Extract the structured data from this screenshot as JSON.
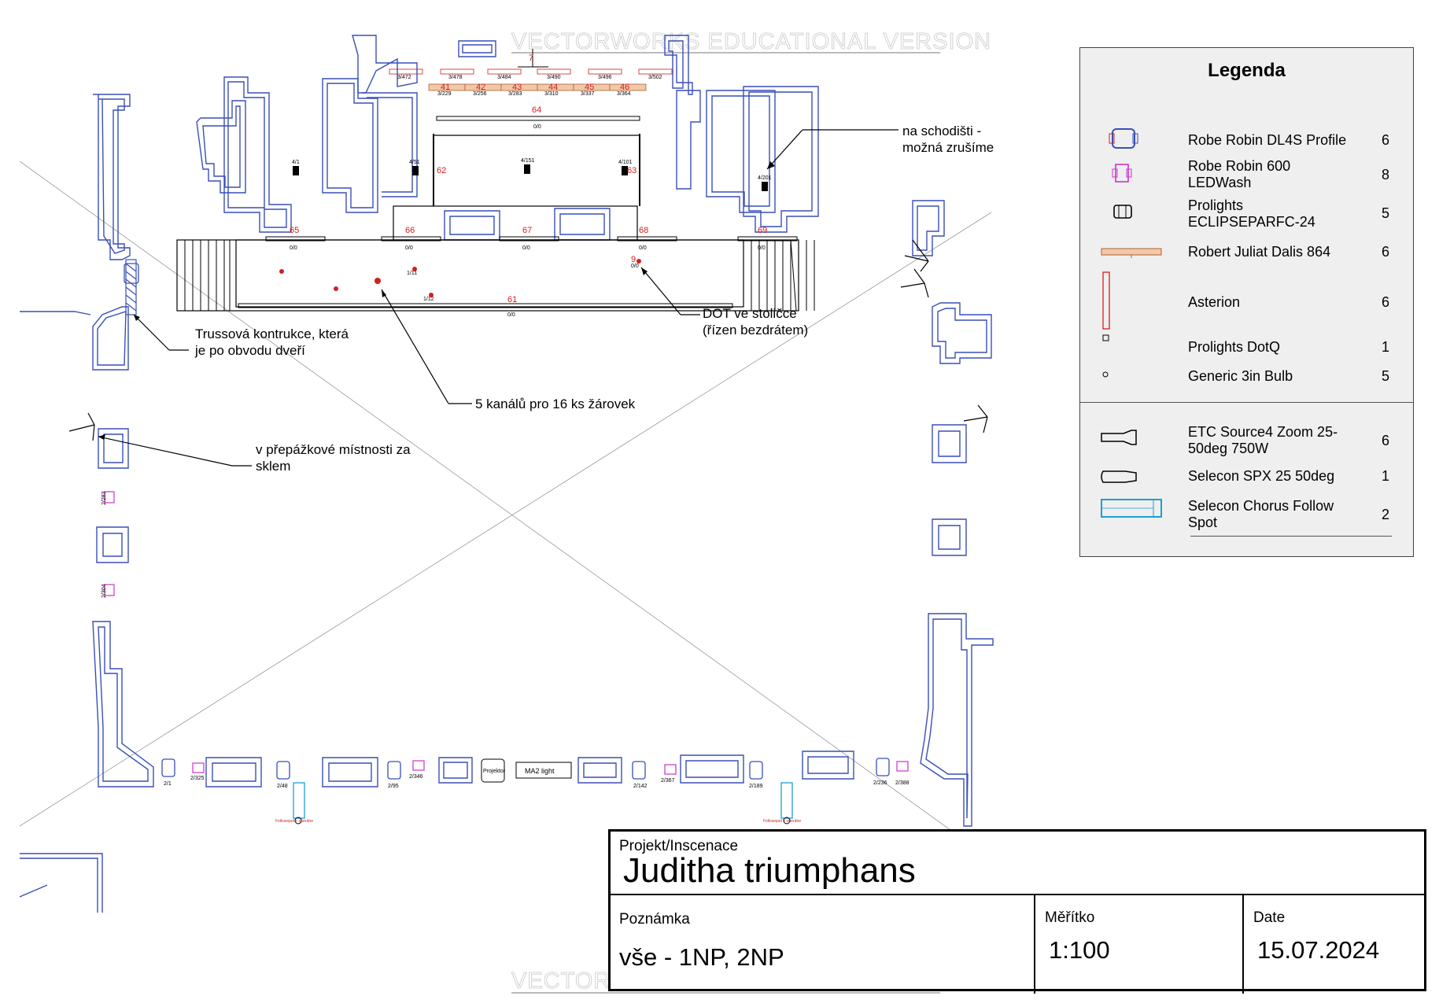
{
  "watermark": "VECTORWORKS EDUCATIONAL VERSION",
  "annotations": {
    "stairs_note_1": "na schodišti -",
    "stairs_note_2": "možná zrušíme",
    "dot_note_1": "DOT ve stoličce",
    "dot_note_2": "(řízen bezdrátem)",
    "truss_note_1": "Trussová kontrukce, která",
    "truss_note_2": "je po obvodu dveří",
    "bulbs_note": "5 kanálů pro 16 ks žárovek",
    "glass_note_1": "v přepážkové místnosti za",
    "glass_note_2": "sklem"
  },
  "channels": {
    "c41": "41",
    "c42": "42",
    "c43": "43",
    "c44": "44",
    "c45": "45",
    "c46": "46",
    "c64": "64",
    "c65": "65",
    "c66": "66",
    "c67": "67",
    "c68": "68",
    "c69": "69",
    "c61": "61",
    "c62": "62",
    "c63": "63",
    "c7": "7",
    "c9": "9"
  },
  "addresses": {
    "a3472": "3/472",
    "a3478": "3/478",
    "a3484": "3/484",
    "a3490": "3/490",
    "a3496": "3/496",
    "a3502": "3/502",
    "a3229": "3/229",
    "a3256": "3/256",
    "a3283": "3/283",
    "a3310": "3/310",
    "a3337": "3/337",
    "a3364": "3/364",
    "a41": "4/1",
    "a451": "4/51",
    "a4101": "4/101",
    "a4151": "4/151",
    "a4201": "4/201",
    "zero": "0/0",
    "a11": "1/11",
    "a12": "1/12",
    "b21": "2/1",
    "b2325": "2/325",
    "b248": "2/48",
    "b295": "2/95",
    "b2346": "2/346",
    "b2142": "2/142",
    "b2367": "2/367",
    "b2189": "2/189",
    "b2236": "2/236",
    "b2388": "2/388",
    "b2283": "2/283",
    "b2304": "2/304"
  },
  "booth": {
    "projector": "Projektor",
    "console": "MA2 light"
  },
  "followspot_label": "Followspot + operátor",
  "legend": {
    "title": "Legenda",
    "items": [
      {
        "name": "Robe Robin DL4S Profile",
        "count": "6",
        "icon": "profile-fixture-icon"
      },
      {
        "name": "Robe Robin 600 LEDWash",
        "count": "8",
        "icon": "led-wash-icon"
      },
      {
        "name": "Prolights ECLIPSEPARFC-24",
        "count": "5",
        "icon": "par-fixture-icon"
      },
      {
        "name": "Robert Juliat Dalis 864",
        "count": "6",
        "icon": "cyclight-bar-icon"
      },
      {
        "name": "Asterion",
        "count": "6",
        "icon": "tube-fixture-icon"
      },
      {
        "name": "Prolights DotQ",
        "count": "1",
        "icon": "dot-fixture-icon"
      },
      {
        "name": "Generic 3in Bulb",
        "count": "5",
        "icon": "bulb-icon"
      },
      {
        "name": "ETC Source4 Zoom 25-50deg 750W",
        "count": "6",
        "icon": "zoom-profile-icon"
      },
      {
        "name": "Selecon SPX 25 50deg",
        "count": "1",
        "icon": "spx-profile-icon"
      },
      {
        "name": "Selecon Chorus Follow Spot",
        "count": "2",
        "icon": "followspot-icon"
      }
    ],
    "colors": {
      "blue": "#3a4fb8",
      "magenta": "#cc33cc",
      "cyan": "#1a9fd8",
      "red": "#d21f1f",
      "tan": "#d9a066"
    }
  },
  "title_block": {
    "project_caption": "Projekt/Inscenace",
    "project": "Juditha triumphans",
    "note_caption": "Poznámka",
    "note": "vše - 1NP, 2NP",
    "scale_caption": "Měřítko",
    "scale": "1:100",
    "date_caption": "Date",
    "date": "15.07.2024"
  }
}
